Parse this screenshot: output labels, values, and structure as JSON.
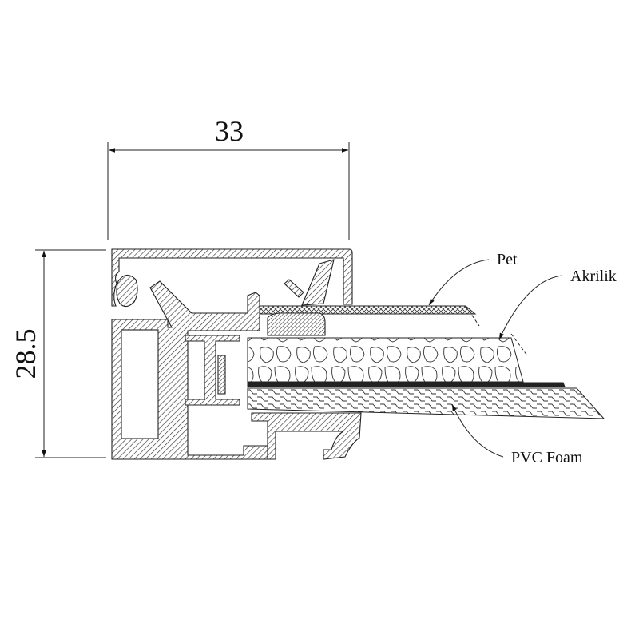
{
  "dimensions": {
    "width_label": "33",
    "height_label": "28.5"
  },
  "callouts": [
    {
      "label": "Pet"
    },
    {
      "label": "Akrilik"
    },
    {
      "label": "PVC Foam"
    }
  ],
  "colors": {
    "line": "#222222",
    "background": "#ffffff"
  }
}
